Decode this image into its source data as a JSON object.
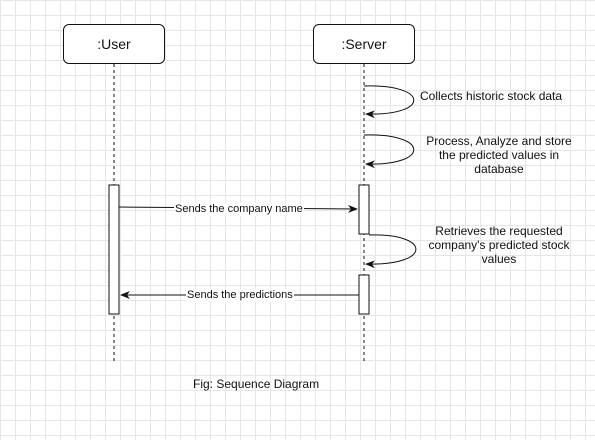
{
  "diagram": {
    "type": "sequence",
    "lifelines": [
      {
        "id": "user",
        "label": ":User"
      },
      {
        "id": "server",
        "label": ":Server"
      }
    ],
    "self_messages": [
      {
        "label": "Collects historic stock data"
      },
      {
        "label": "Process, Analyze and store the predicted values in database"
      },
      {
        "label": "Retrieves the requested company's predicted stock values"
      }
    ],
    "messages": [
      {
        "from": "user",
        "to": "server",
        "label": "Sends the company name"
      },
      {
        "from": "server",
        "to": "user",
        "label": "Sends the predictions"
      }
    ],
    "caption": "Fig: Sequence Diagram"
  }
}
